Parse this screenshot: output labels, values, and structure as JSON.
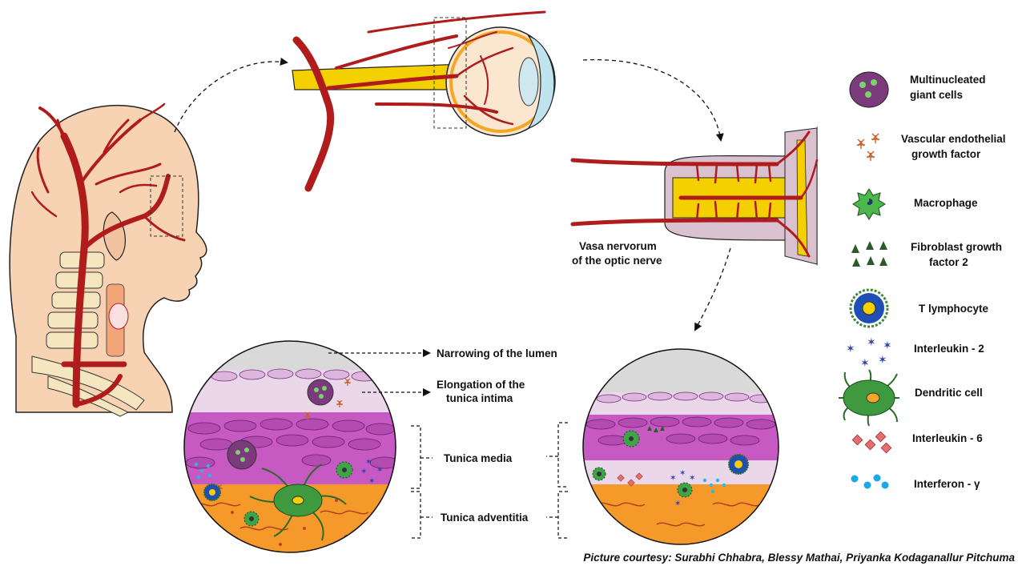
{
  "labels": {
    "vasa_line1": "Vasa nervorum",
    "vasa_line2": "of the optic nerve",
    "narrowing": "Narrowing of the lumen",
    "elongation_line1": "Elongation of the",
    "elongation_line2": "tunica intima",
    "tunica_media": "Tunica media",
    "tunica_adventitia": "Tunica adventitia"
  },
  "legend": [
    {
      "line1": "Multinucleated",
      "line2": "giant cells",
      "icon": "giant-cell-icon"
    },
    {
      "line1": "Vascular endothelial",
      "line2": "growth factor",
      "icon": "vegf-icon"
    },
    {
      "line1": "Macrophage",
      "line2": "",
      "icon": "macrophage-icon"
    },
    {
      "line1": "Fibroblast growth",
      "line2": "factor 2",
      "icon": "fgf2-icon"
    },
    {
      "line1": "T lymphocyte",
      "line2": "",
      "icon": "t-lymphocyte-icon"
    },
    {
      "line1": "Interleukin - 2",
      "line2": "",
      "icon": "interleukin-2-icon"
    },
    {
      "line1": "Dendritic cell",
      "line2": "",
      "icon": "dendritic-cell-icon"
    },
    {
      "line1": "Interleukin - 6",
      "line2": "",
      "icon": "interleukin-6-icon"
    },
    {
      "line1": "Interferon - γ",
      "line2": "",
      "icon": "interferon-gamma-icon"
    }
  ],
  "credit": "Picture courtesy: Surabhi Chhabra, Blessy Mathai, Priyanka Kodaganallur Pitchuma",
  "colors": {
    "artery": "#b01c1c",
    "nerve": "#f5d000",
    "skin": "#f7d3b4",
    "media": "#c65ac2",
    "adventitia": "#f59a2a",
    "intima": "#ead7ea",
    "lumen": "#d9d9d9"
  }
}
